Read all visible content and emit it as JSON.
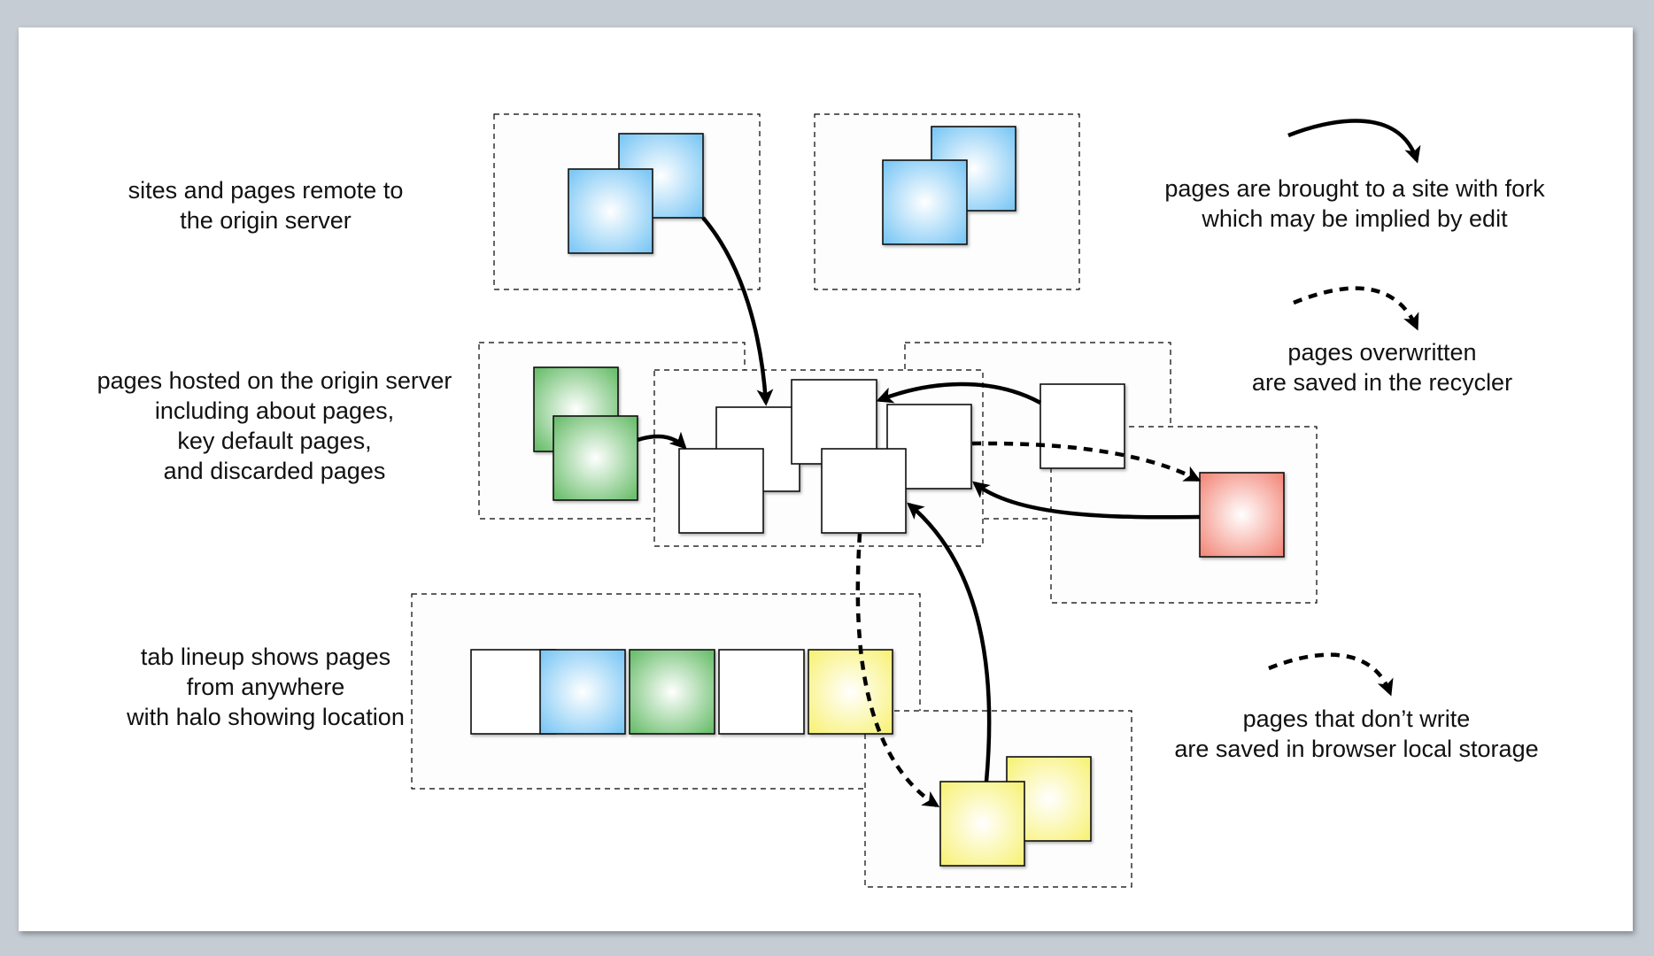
{
  "colors": {
    "background": "#c5ccd4",
    "slide": "#ffffff",
    "remote_blue": "#7ec8f5",
    "origin_green": "#6dbf6f",
    "recycler_red": "#f38b7d",
    "local_yellow": "#f8f27a",
    "plain_white": "#ffffff",
    "stroke": "#000000"
  },
  "labels": {
    "remote": [
      "sites and pages remote to",
      "the origin server"
    ],
    "origin": [
      "pages hosted on the origin server",
      "including about pages,",
      "key default pages,",
      "and discarded pages"
    ],
    "tabs": [
      "tab lineup shows pages",
      "from anywhere",
      "with halo showing location"
    ]
  },
  "legend": {
    "fork": {
      "line_style": "solid",
      "text": [
        "pages are brought to a site with fork",
        "which may be implied by edit"
      ]
    },
    "recycler": {
      "line_style": "dashed",
      "text": [
        "pages overwritten",
        "are saved in the recycler"
      ]
    },
    "local": {
      "line_style": "dashed",
      "text": [
        "pages that don’t write",
        "are saved in browser local storage"
      ]
    }
  },
  "groups": [
    {
      "id": "remote-site-1",
      "kind": "remote",
      "pages": [
        "blue",
        "blue"
      ]
    },
    {
      "id": "remote-site-2",
      "kind": "remote",
      "pages": [
        "blue",
        "blue"
      ]
    },
    {
      "id": "origin-server",
      "kind": "origin",
      "pages": [
        "green",
        "green"
      ]
    },
    {
      "id": "current-site",
      "kind": "site",
      "pages": [
        "white",
        "white",
        "white",
        "white",
        "white"
      ]
    },
    {
      "id": "other-site",
      "kind": "site",
      "pages": [
        "white"
      ]
    },
    {
      "id": "recycler",
      "kind": "recycler",
      "pages": [
        "red"
      ]
    },
    {
      "id": "tab-lineup",
      "kind": "lineup",
      "pages": [
        "white",
        "blue",
        "green",
        "white",
        "yellow"
      ]
    },
    {
      "id": "local-storage",
      "kind": "local",
      "pages": [
        "yellow",
        "yellow"
      ]
    }
  ],
  "flows": [
    {
      "from": "remote-site-1",
      "to": "current-site",
      "style": "solid",
      "meaning": "fork"
    },
    {
      "from": "origin-server",
      "to": "current-site",
      "style": "solid",
      "meaning": "fork"
    },
    {
      "from": "other-site",
      "to": "current-site",
      "style": "solid",
      "meaning": "fork"
    },
    {
      "from": "recycler",
      "to": "current-site",
      "style": "solid",
      "meaning": "fork"
    },
    {
      "from": "local-storage",
      "to": "current-site",
      "style": "solid",
      "meaning": "fork"
    },
    {
      "from": "current-site",
      "to": "recycler",
      "style": "dashed",
      "meaning": "overwritten"
    },
    {
      "from": "current-site",
      "to": "local-storage",
      "style": "dashed",
      "meaning": "no-write"
    }
  ]
}
